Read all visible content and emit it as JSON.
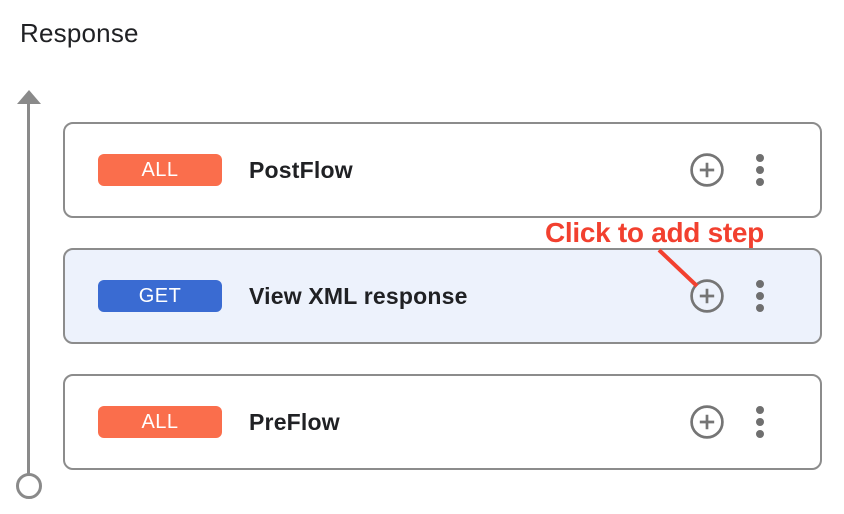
{
  "header": {
    "title": "Response"
  },
  "flow": {
    "cards": [
      {
        "method": "ALL",
        "label": "PostFlow",
        "method_color": "#fa6e4c",
        "highlighted": false
      },
      {
        "method": "GET",
        "label": "View XML response",
        "method_color": "#3a6bd2",
        "highlighted": true
      },
      {
        "method": "ALL",
        "label": "PreFlow",
        "method_color": "#fa6e4c",
        "highlighted": false
      }
    ]
  },
  "annotation": {
    "label": "Click to add step",
    "color": "#f2402f"
  },
  "icons": {
    "add_step": "plus-circle-icon",
    "more_options": "kebab-menu-icon",
    "flow_direction": "up-arrow-icon",
    "flow_start": "circle-endpoint-icon"
  },
  "colors": {
    "badge_all": "#fa6e4c",
    "badge_get": "#3a6bd2",
    "card_border": "#8c8c8c",
    "highlighted_card_bg": "#edf2fc",
    "icon_gray": "#757575",
    "timeline_gray": "#8a8a8a",
    "annotation_red": "#f2402f",
    "text_dark": "#202124"
  }
}
